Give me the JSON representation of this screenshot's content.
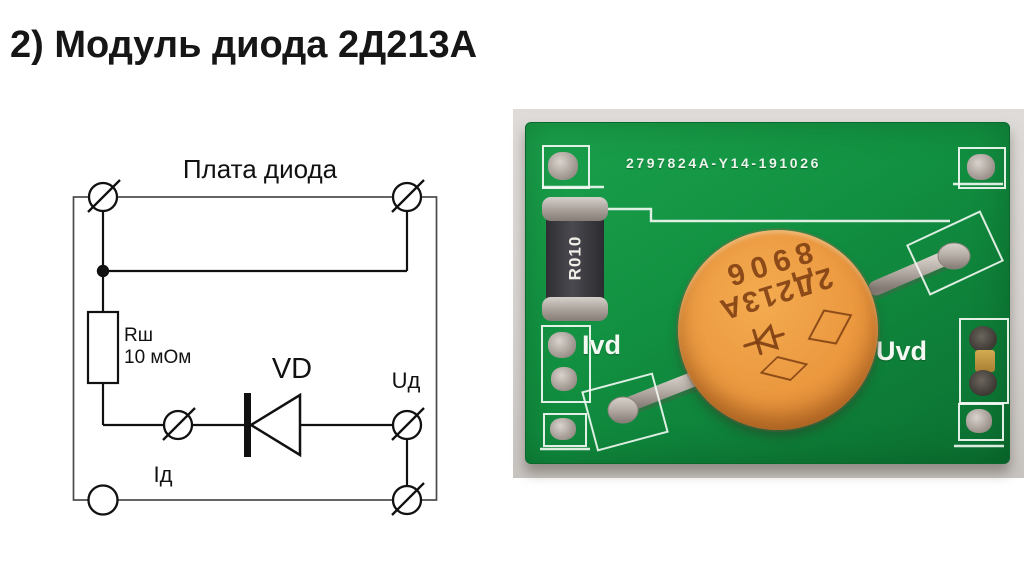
{
  "title": "2) Модуль диода 2Д213А",
  "schematic": {
    "board_label": "Плата диода",
    "shunt_resistor": {
      "name": "Rш",
      "value": "10 мОм"
    },
    "diode_label": "VD",
    "voltage_terminal_label": "Uд",
    "current_terminal_label": "Iд"
  },
  "pcb_photo": {
    "board_code": "2797824A-Y14-191026",
    "shunt_resistor_code": "R010",
    "current_label": "Ivd",
    "voltage_label": "Uvd",
    "diode_marking": {
      "type": "2Д213А",
      "date_code": "8906"
    },
    "colors": {
      "board_green": "#0f8a3e",
      "diode_body_orange": "#eb983f",
      "silkscreen_white": "#f3f8f3",
      "marking_brown": "#7d3e12"
    }
  }
}
